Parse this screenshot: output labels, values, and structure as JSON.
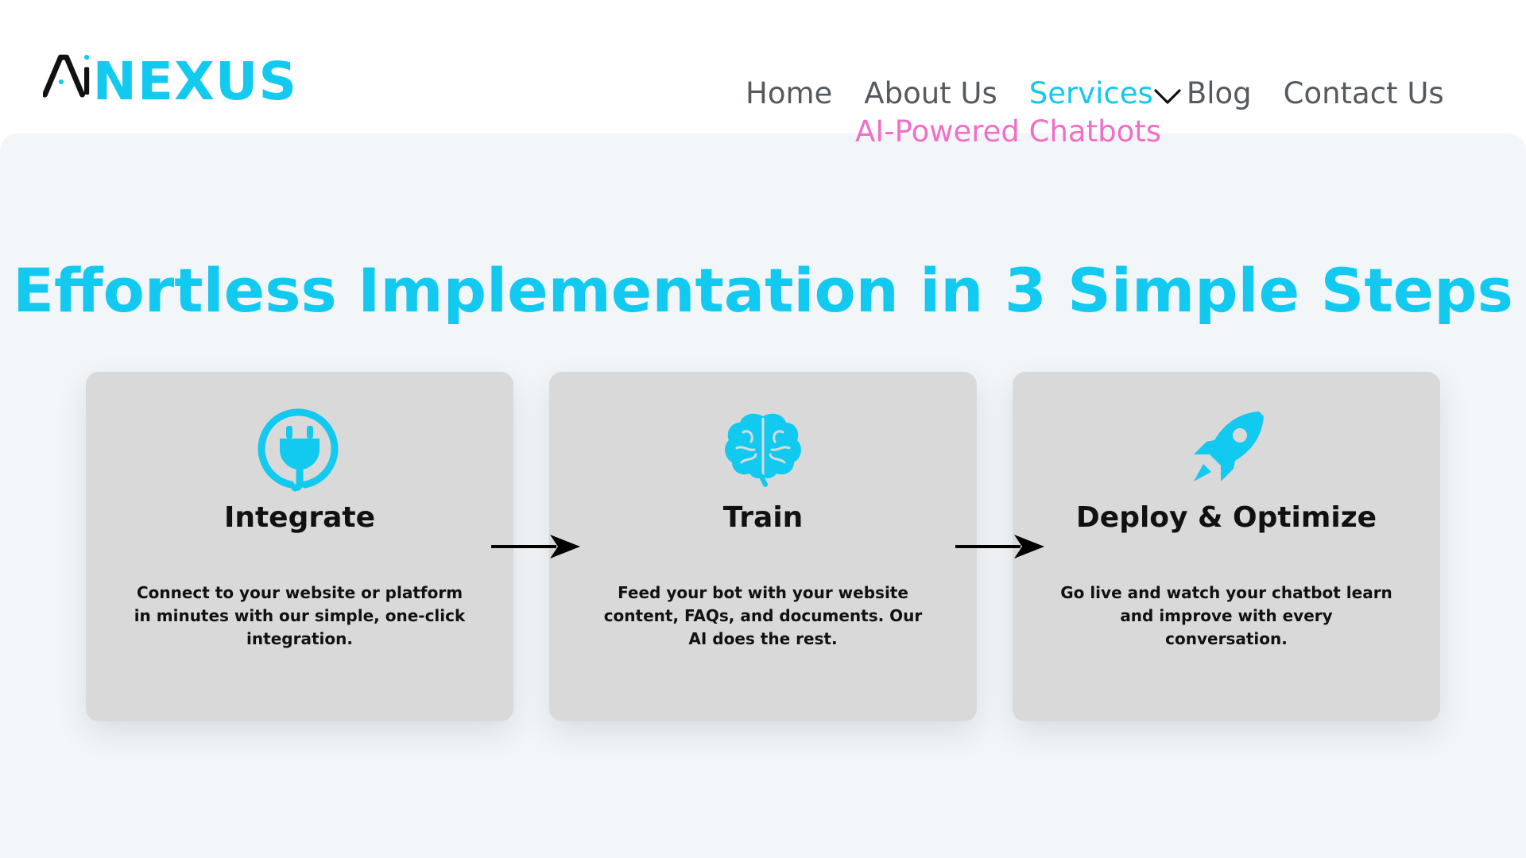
{
  "brand": {
    "logo_ai_text": "Ai",
    "logo_word": "NEXUS",
    "accent_color": "#12c9f0",
    "dark_color": "#111111",
    "submenu_color": "#f06fc6"
  },
  "nav": {
    "items": [
      {
        "label": "Home"
      },
      {
        "label": "About Us"
      },
      {
        "label": "Services",
        "active": true,
        "icon": "chevron-down-icon"
      },
      {
        "label": "Blog"
      },
      {
        "label": "Contact Us"
      }
    ],
    "services_submenu": [
      {
        "label": "AI-Powered Chatbots"
      }
    ]
  },
  "section": {
    "headline": "Effortless Implementation in 3 Simple Steps",
    "steps": [
      {
        "icon": "plug-icon",
        "title": "Integrate",
        "description": "Connect to your website or platform in minutes with our simple, one-click integration."
      },
      {
        "icon": "brain-icon",
        "title": "Train",
        "description": "Feed your bot with your website content, FAQs, and documents. Our AI does the rest."
      },
      {
        "icon": "rocket-icon",
        "title": "Deploy & Optimize",
        "description": "Go live and watch your chatbot learn and improve with every conversation."
      }
    ],
    "connector_icon": "arrow-right-icon"
  }
}
